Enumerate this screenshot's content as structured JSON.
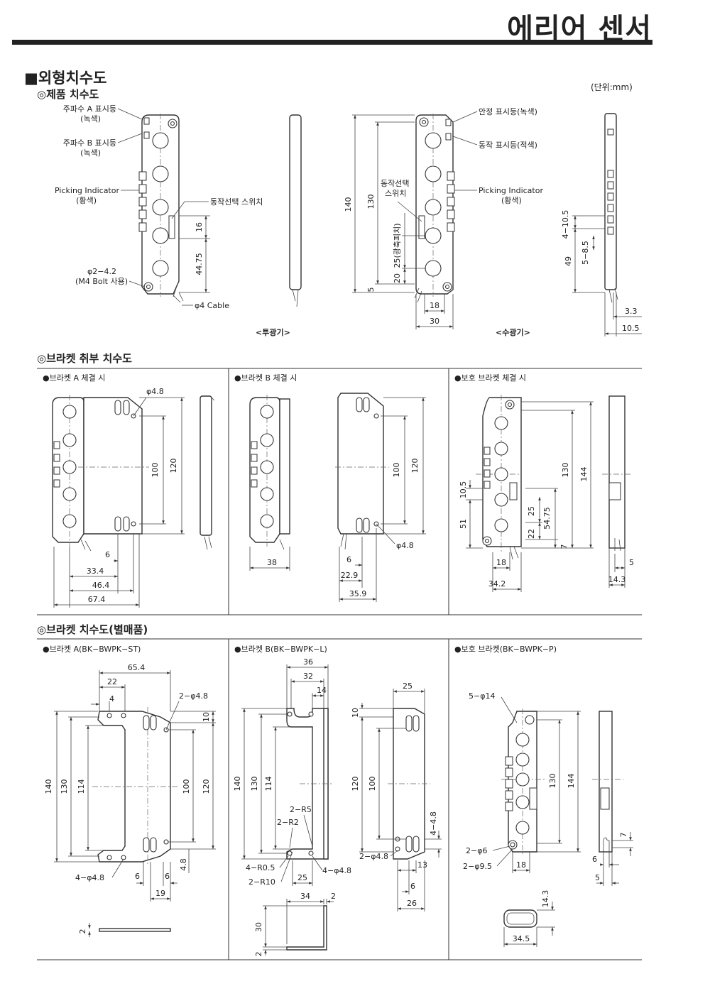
{
  "header": {
    "title": "에리어 센서"
  },
  "section": {
    "title": "■외형치수도",
    "unit": "(단위:mm)"
  },
  "subsections": {
    "product": "◎제품 치수도",
    "mounting": "◎브라켓 취부 치수도",
    "bracket": "◎브라켓 치수도(별매품)"
  },
  "emitter": {
    "caption": "<투광기>",
    "labels": {
      "freq_a": "주파수 A 표시등",
      "freq_a_color": "(녹색)",
      "freq_b": "주파수 B 표시등",
      "freq_b_color": "(녹색)",
      "picking": "Picking Indicator",
      "picking_color": "(황색)",
      "bolt": "φ2−4.2",
      "bolt_note": "(M4 Bolt 사용)",
      "switch": "동작선택 스위치",
      "cable": "φ4 Cable"
    },
    "dims": {
      "d16": "16",
      "d44_75": "44.75"
    }
  },
  "receiver": {
    "caption": "<수광기>",
    "labels": {
      "stable": "안정 표시등(녹색)",
      "operation": "동작 표시등(적색)",
      "picking": "Picking Indicator",
      "picking_color": "(황색)",
      "switch_a": "동작선택",
      "switch_b": "스위치",
      "axis_note": "25(광축피치)"
    },
    "dims": {
      "d140": "140",
      "d130": "130",
      "d5": "5",
      "d20": "20",
      "d18": "18",
      "d30": "30"
    }
  },
  "side": {
    "dims": {
      "d4_10_5": "4−10.5",
      "d5_8_5": "5−8.5",
      "d49": "49",
      "d3_3": "3.3",
      "d10_5": "10.5"
    }
  },
  "mounting": {
    "col_a": "●브라켓 A 체결 시",
    "col_b": "●브라켓 B 체결 시",
    "col_c": "●보호 브라켓 체결 시",
    "a_dims": {
      "hole": "φ4.8",
      "d100": "100",
      "d120": "120",
      "d6": "6",
      "d33_4": "33.4",
      "d46_4": "46.4",
      "d67_4": "67.4"
    },
    "b_dims": {
      "d38": "38",
      "d100": "100",
      "d120": "120",
      "hole": "φ4.8",
      "d6": "6",
      "d22_9": "22.9",
      "d35_9": "35.9"
    },
    "c_dims": {
      "d130": "130",
      "d144": "144",
      "d10_5": "10.5",
      "d51": "51",
      "d25": "25",
      "d22": "22",
      "d54_75": "54.75",
      "d7": "7",
      "d18": "18",
      "d34_2": "34.2",
      "d5": "5",
      "d14_3": "14.3"
    }
  },
  "brackets": {
    "col_a": "●브라켓 A(BK−BWPK−ST)",
    "col_b": "●브라켓 B(BK−BWPK−L)",
    "col_c": "●보호 브라켓(BK−BWPK−P)",
    "a_dims": {
      "d65_4": "65.4",
      "d22": "22",
      "d4": "4",
      "d2_hole": "2−φ4.8",
      "d10": "10",
      "d140": "140",
      "d130": "130",
      "d114": "114",
      "d100": "100",
      "d120": "120",
      "d4_8": "4.8",
      "d4_hole": "4−φ4.8",
      "d6a": "6",
      "d6b": "6",
      "d19": "19",
      "d2": "2"
    },
    "b_dims": {
      "d36": "36",
      "d32": "32",
      "d14": "14",
      "d140": "140",
      "d130": "130",
      "d114": "114",
      "r5": "2−R5",
      "r2": "2−R2",
      "r05": "4−R0.5",
      "r10": "2−R10",
      "d25": "25",
      "hole": "4−φ4.8",
      "d34": "34",
      "d2": "2",
      "d30": "30",
      "d2b": "2",
      "d25b": "25",
      "d10": "10",
      "d120": "120",
      "d100": "100",
      "d4_4_8": "4−4.8",
      "d2_hole": "2−φ4.8",
      "d13": "13",
      "d6": "6",
      "d26": "26"
    },
    "c_dims": {
      "hole14": "5−φ14",
      "d130": "130",
      "d144": "144",
      "hole6": "2−φ6",
      "hole9_5": "2−φ9.5",
      "d18": "18",
      "d7": "7",
      "d6": "6",
      "d5": "5",
      "d14_3": "14.3",
      "d34_5": "34.5"
    }
  }
}
